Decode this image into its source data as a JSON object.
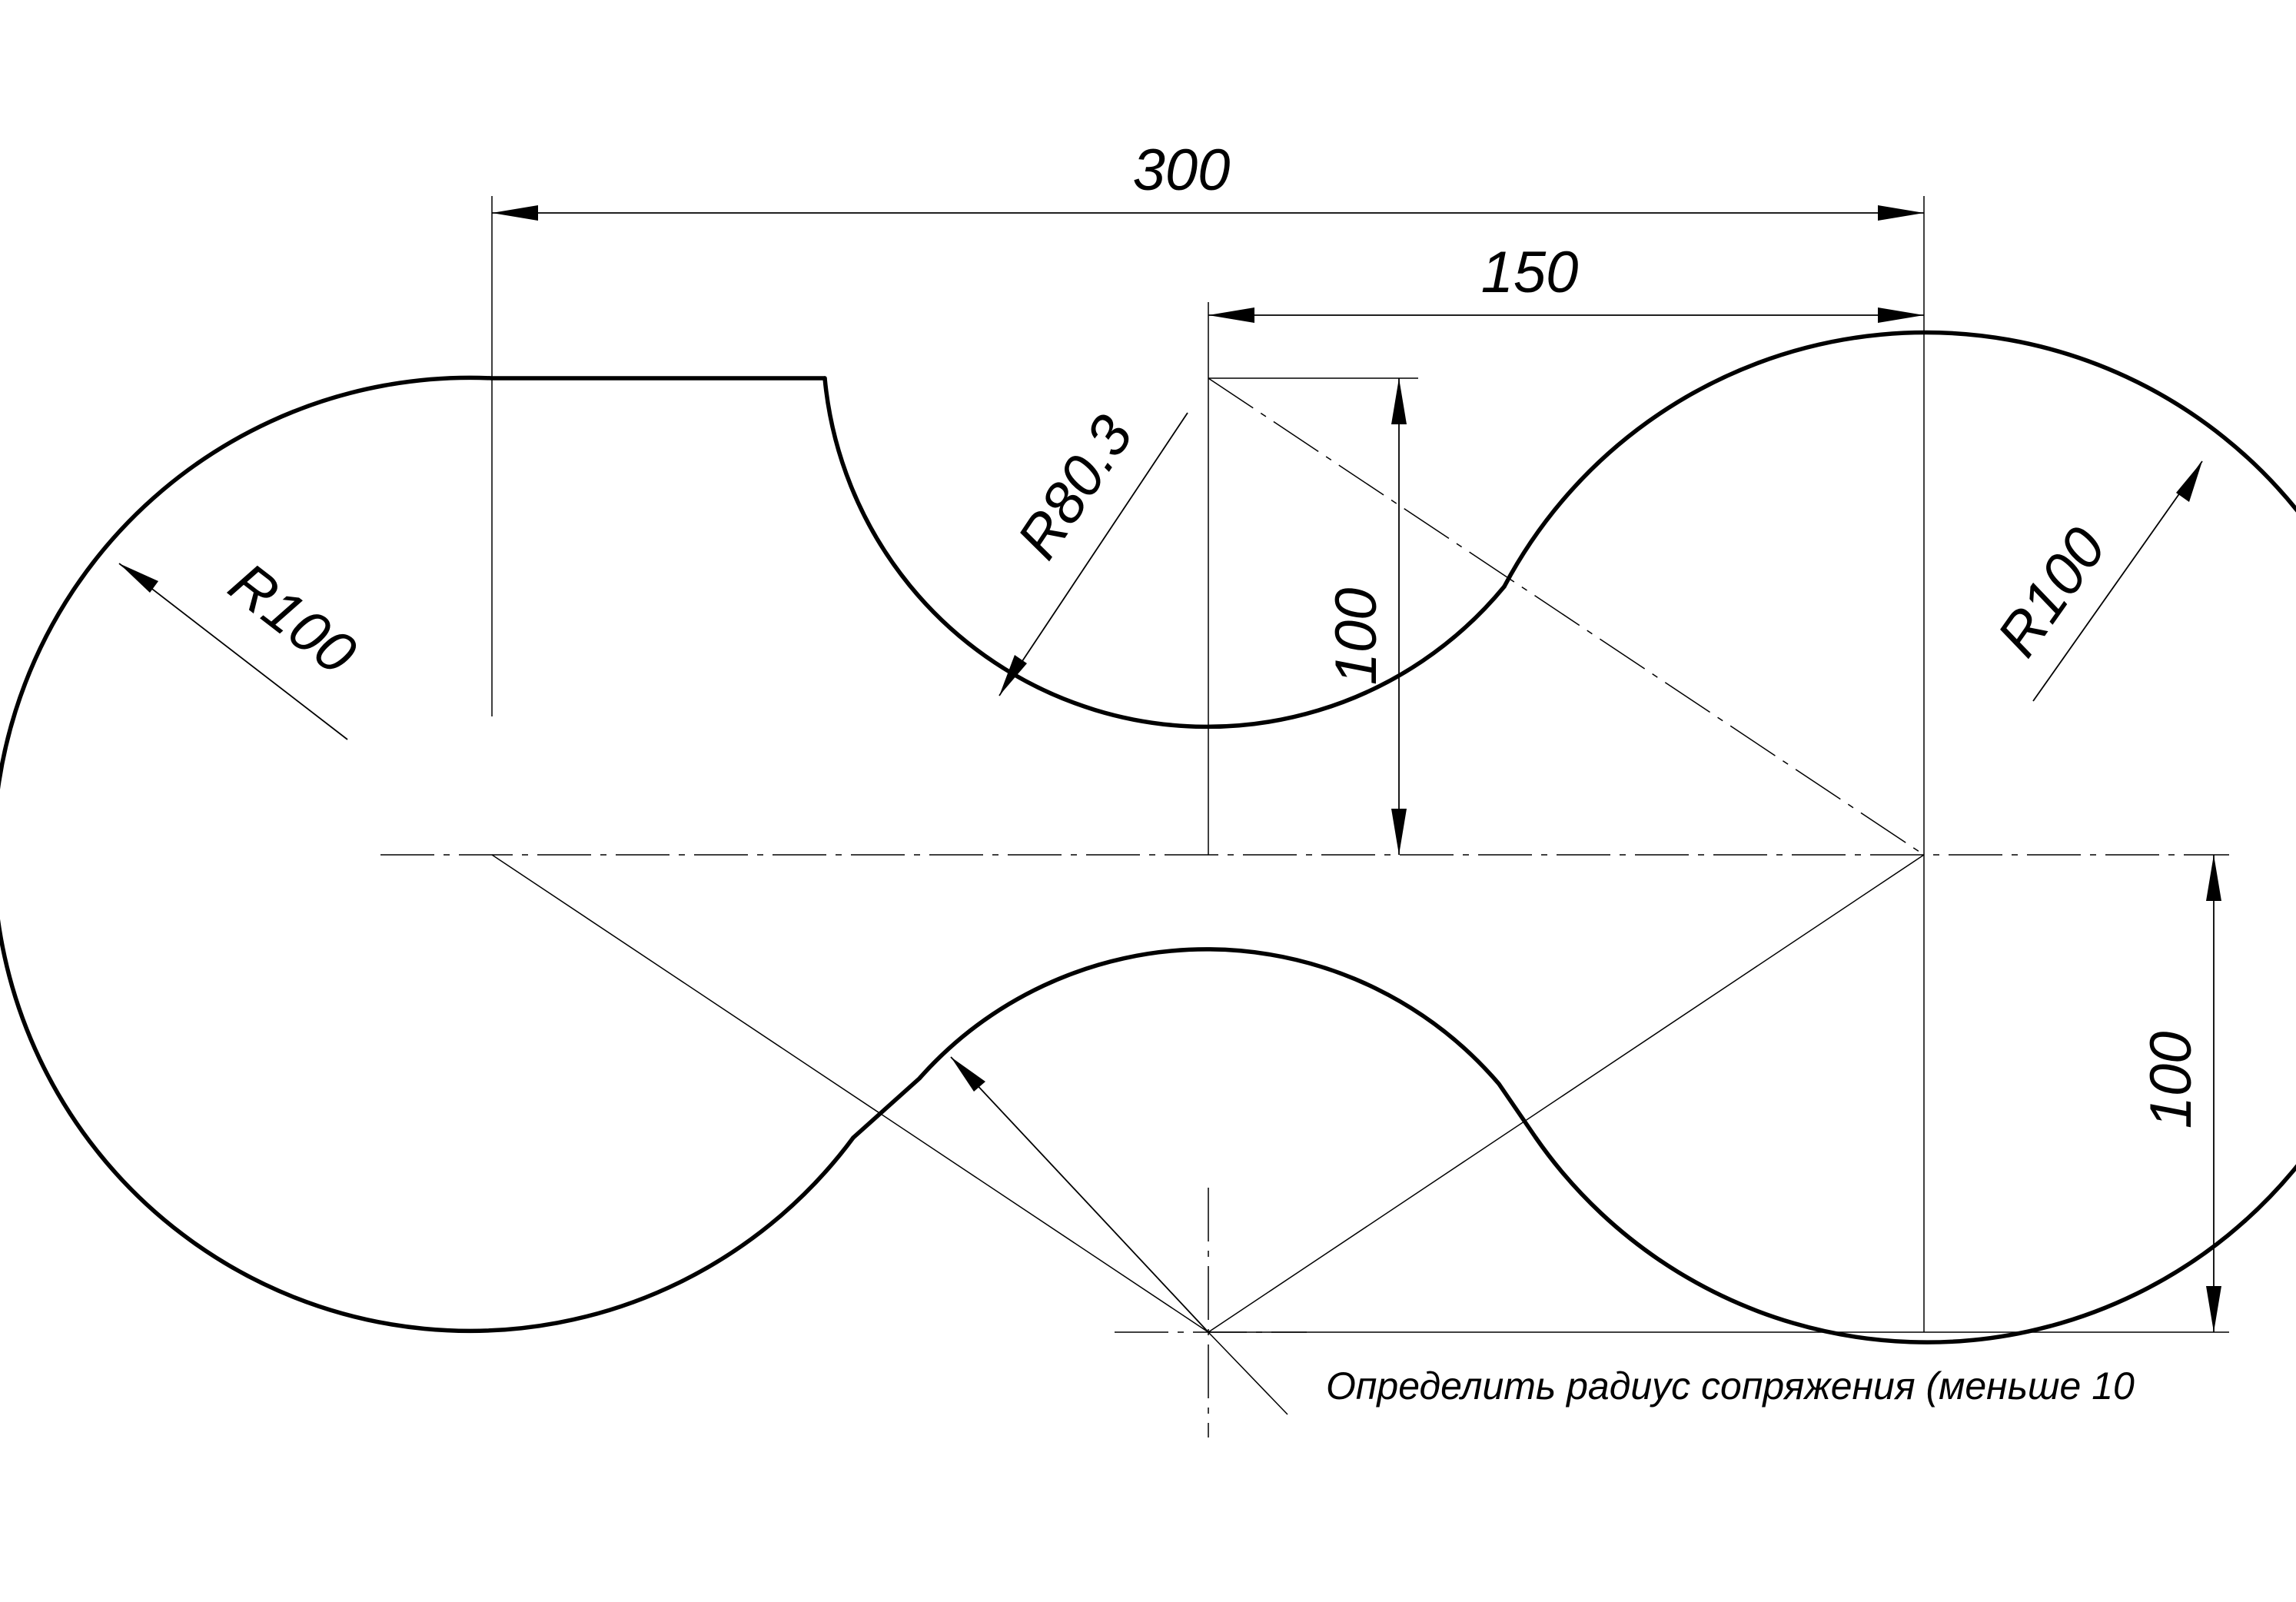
{
  "drawing": {
    "dimensions": {
      "overall_width": "300",
      "half_width": "150",
      "upper_height": "100",
      "lower_height": "100",
      "radius_left": "R100",
      "radius_right": "R100",
      "radius_fillet": "R80.3"
    },
    "note": "Определить радиус сопряжения (меньше 10"
  }
}
